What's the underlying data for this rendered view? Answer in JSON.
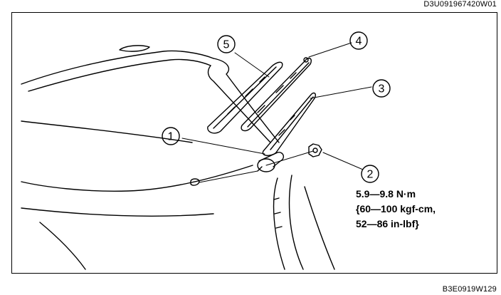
{
  "header": {
    "code": "D3U091967420W01"
  },
  "footer": {
    "code": "B3E0919W129"
  },
  "callouts": [
    "1",
    "2",
    "3",
    "4",
    "5"
  ],
  "torque_spec": {
    "line1": "5.9—9.8 N·m",
    "line2": "{60—100 kgf-cm,",
    "line3": "52—86 in-lbf}"
  }
}
